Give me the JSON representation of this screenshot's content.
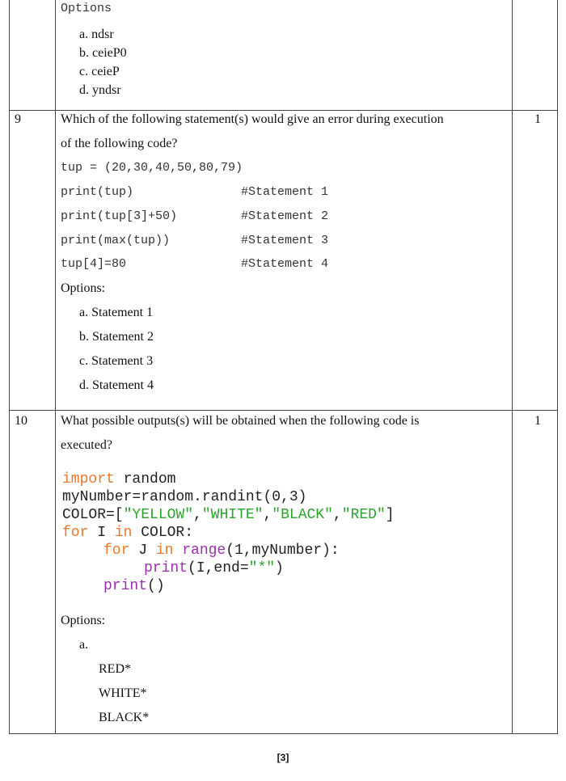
{
  "prev": {
    "options_label": "Options",
    "options": [
      "a.  ndsr",
      "b.  ceieP0",
      "c.  ceieP",
      "d.  yndsr"
    ]
  },
  "q9": {
    "num": "9",
    "marks": "1",
    "line1": "Which of the following statement(s) would give an error during execution",
    "line2": "of the following code?",
    "code": [
      {
        "stmt": "tup = (20,30,40,50,80,79)",
        "comment": ""
      },
      {
        "stmt": "print(tup)",
        "comment": "#Statement 1"
      },
      {
        "stmt": "print(tup[3]+50)",
        "comment": "#Statement 2"
      },
      {
        "stmt": "print(max(tup))",
        "comment": "#Statement 3"
      },
      {
        "stmt": "tup[4]=80",
        "comment": "#Statement 4"
      }
    ],
    "options_label": "Options:",
    "options": [
      "a.  Statement 1",
      "b.  Statement 2",
      "c.  Statement 3",
      "d.  Statement 4"
    ]
  },
  "q10": {
    "num": "10",
    "marks": "1",
    "line1": "What possible outputs(s) will be obtained when the following code is",
    "line2": "executed?",
    "code": {
      "l1_kw": "import",
      "l1_rest": " random",
      "l2": "myNumber=random.randint(0,3)",
      "l3_a": "COLOR=[",
      "l3_s1": "\"YELLOW\"",
      "l3_c1": ",",
      "l3_s2": "\"WHITE\"",
      "l3_c2": ",",
      "l3_s3": "\"BLACK\"",
      "l3_c3": ",",
      "l3_s4": "\"RED\"",
      "l3_b": "]",
      "l4_kw1": "for",
      "l4_v": " I ",
      "l4_kw2": "in",
      "l4_rest": " COLOR:",
      "l5_kw1": "for",
      "l5_v": " J ",
      "l5_kw2": "in",
      "l5_fn": " range",
      "l5_rest": "(1,myNumber):",
      "l6_fn": "print",
      "l6_a": "(I,end=",
      "l6_s": "\"*\"",
      "l6_b": ")",
      "l7_fn": "print",
      "l7_rest": "()"
    },
    "options_label": "Options:",
    "option_a": "a.",
    "outputs": [
      "RED*",
      "WHITE*",
      "BLACK*"
    ]
  },
  "page_number": "[3]"
}
